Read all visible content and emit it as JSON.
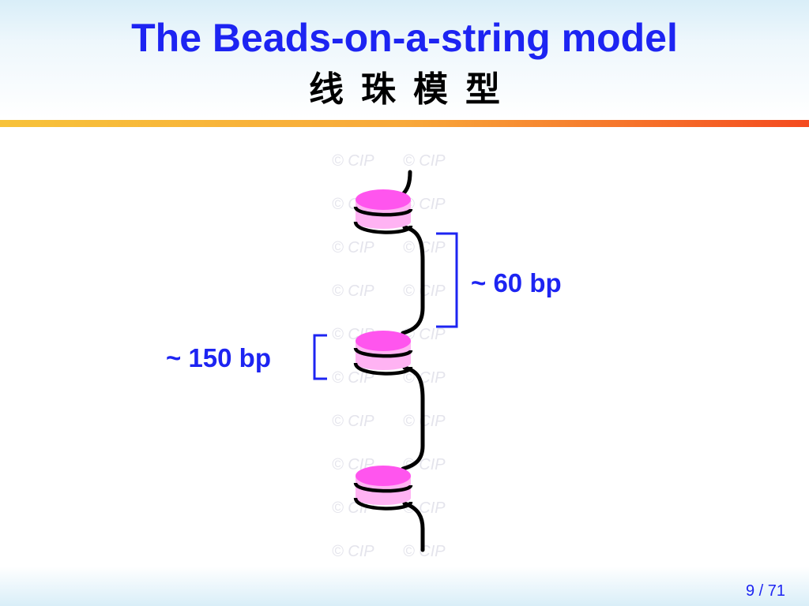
{
  "slide": {
    "title": "The Beads-on-a-string model",
    "subtitle": "线珠模型",
    "page_number": "9 / 71"
  },
  "diagram": {
    "linker_label": "~ 60 bp",
    "nucleosome_label": "~ 150 bp",
    "watermark_text": "© CIP",
    "colors": {
      "title": "#1d24f2",
      "bead_top": "#ff55ee",
      "bead_body": "#ffb3f3",
      "bracket": "#1d24f2",
      "dna": "#000000"
    }
  }
}
